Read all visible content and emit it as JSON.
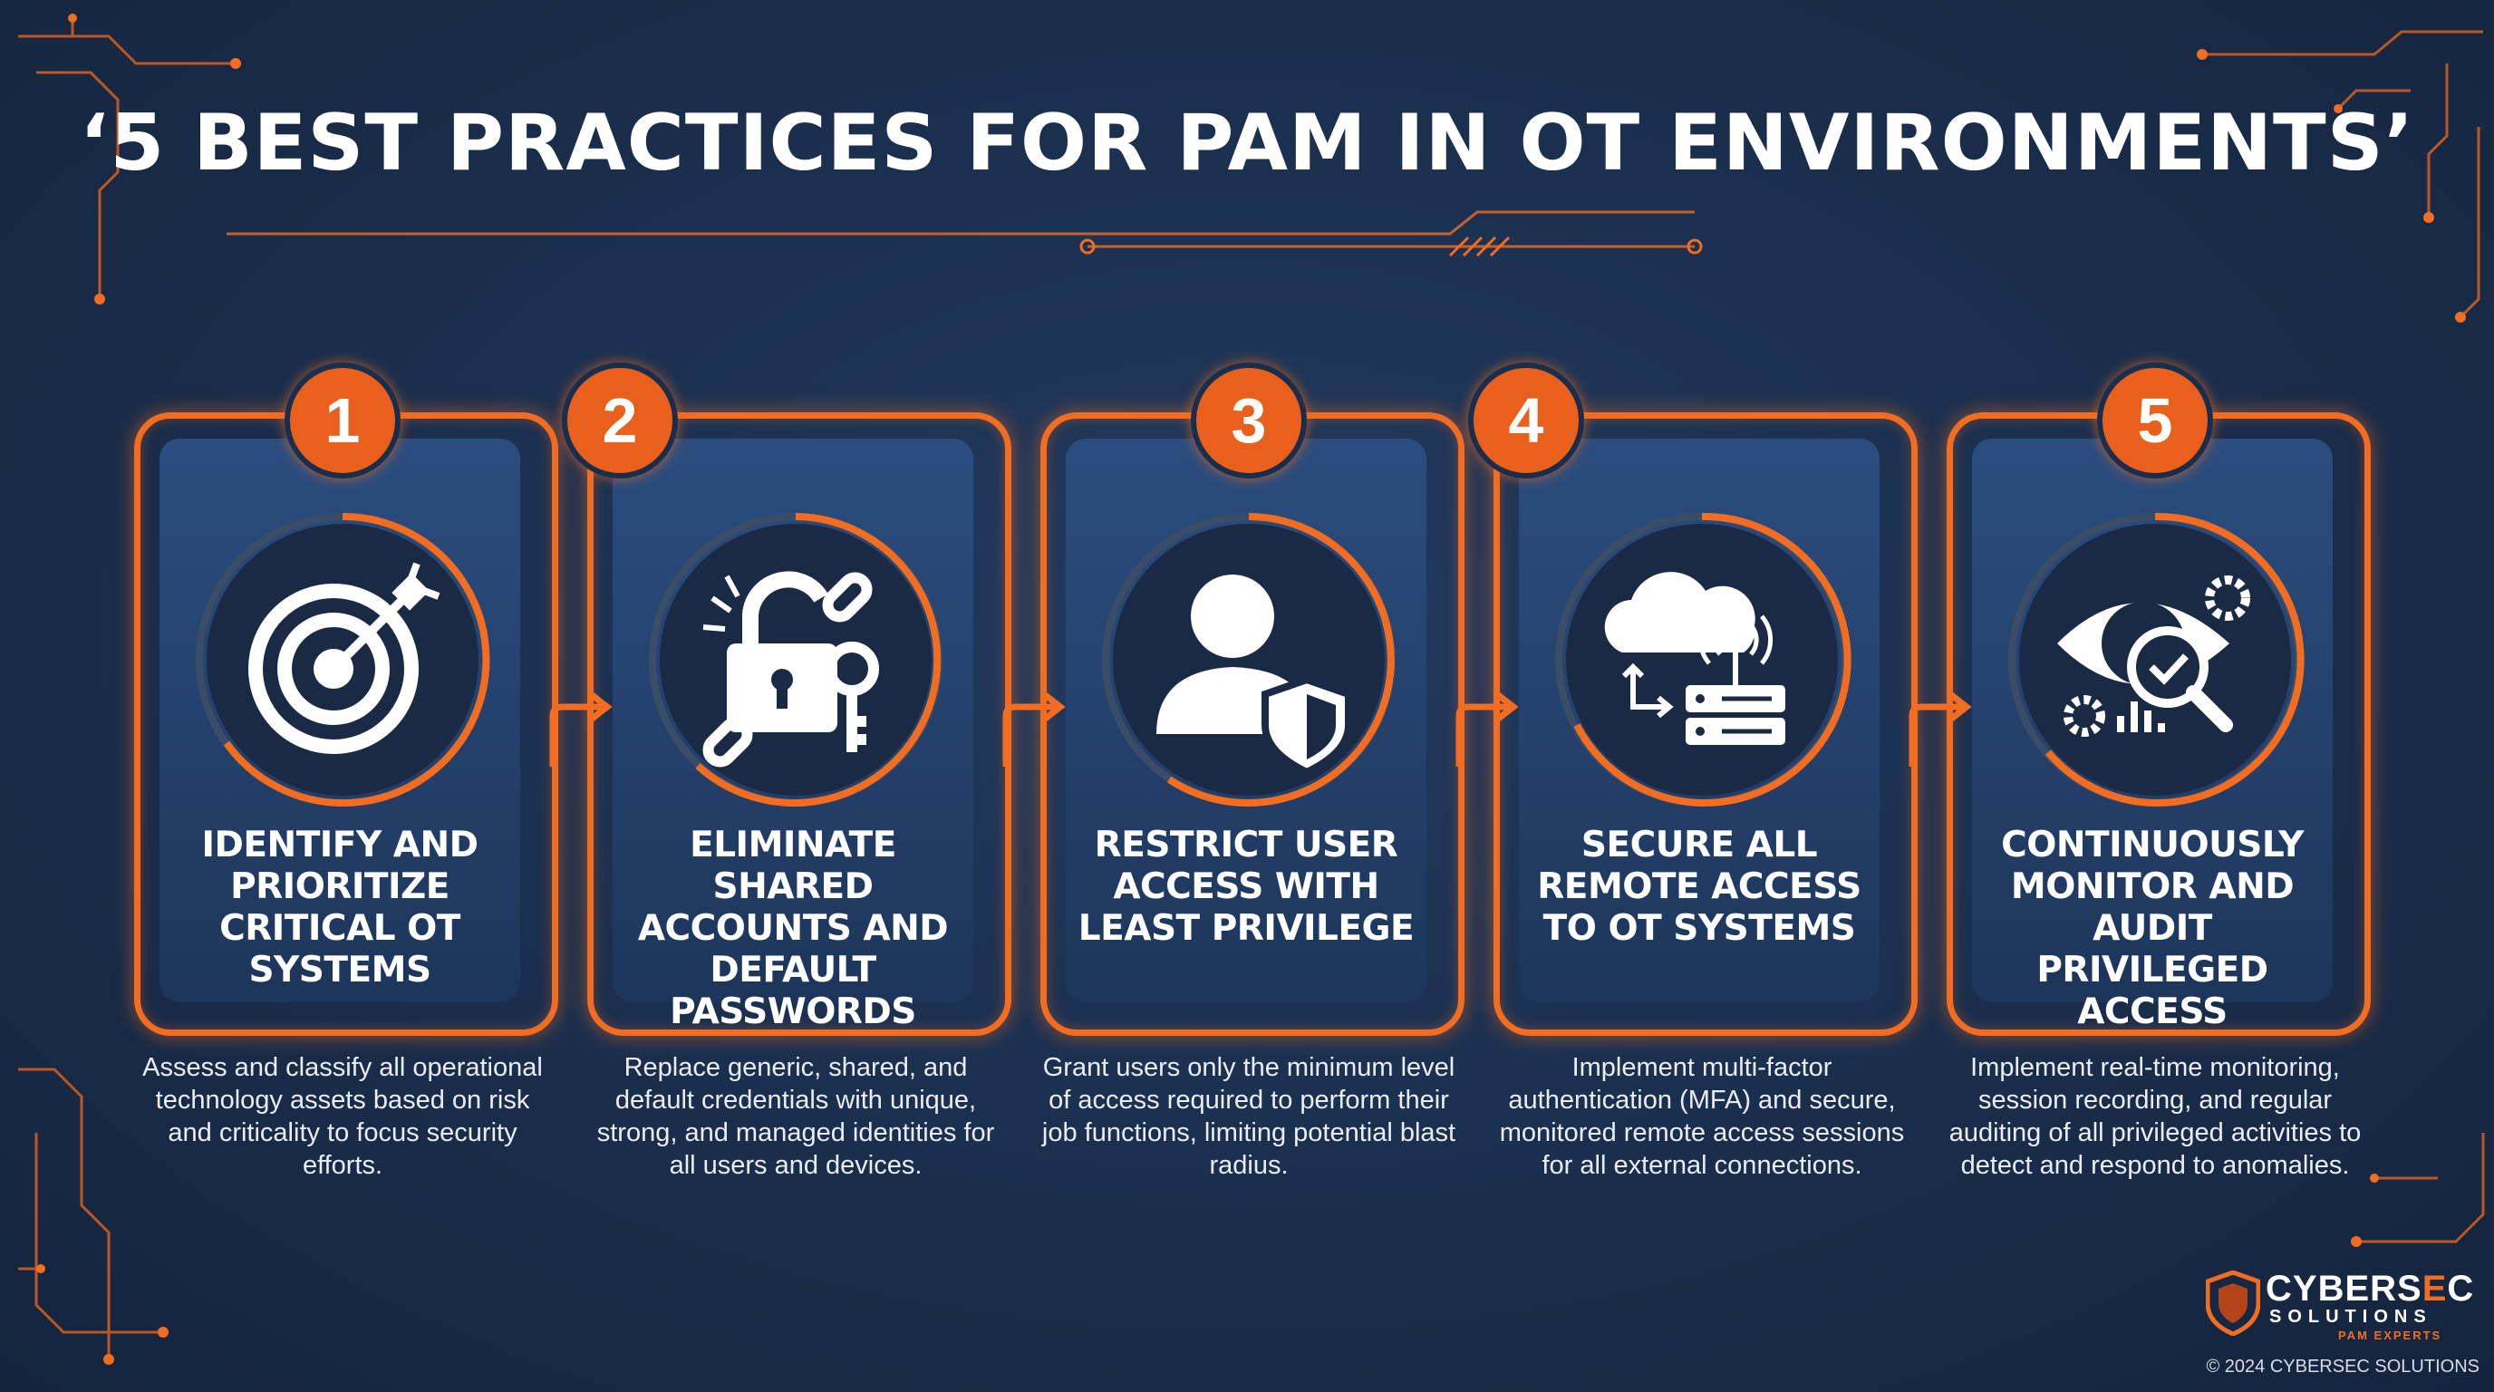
{
  "title": "‘5 BEST PRACTICES FOR PAM IN OT ENVIRONMENTS’",
  "colors": {
    "accent": "#f26d21",
    "background": "#1a2e4c",
    "card": "#2a4d7f"
  },
  "steps": [
    {
      "number": "1",
      "icon": "target-icon",
      "title": "IDENTIFY AND PRIORITIZE CRITICAL OT SYSTEMS",
      "description": "Assess and classify all operational technology assets based on risk and criticality to focus security efforts."
    },
    {
      "number": "2",
      "icon": "broken-lock-key-icon",
      "title": "ELIMINATE SHARED ACCOUNTS AND DEFAULT PASSWORDS",
      "description": "Replace generic, shared, and default credentials with unique, strong, and managed identities for all users and devices."
    },
    {
      "number": "3",
      "icon": "user-shield-icon",
      "title": "RESTRICT USER ACCESS WITH LEAST PRIVILEGE",
      "description": "Grant users only the minimum level of access required to perform their job functions, limiting potential blast radius."
    },
    {
      "number": "4",
      "icon": "cloud-remote-server-icon",
      "title": "SECURE ALL REMOTE ACCESS TO OT SYSTEMS",
      "description": "Implement multi-factor authentication (MFA) and secure, monitored remote access sessions for all external connections."
    },
    {
      "number": "5",
      "icon": "eye-monitor-audit-icon",
      "title": "CONTINUOUSLY MONITOR AND AUDIT PRIVILEGED ACCESS",
      "description": "Implement real-time monitoring, session recording, and regular auditing of all privileged activities to detect and respond to anomalies."
    }
  ],
  "logo": {
    "name_part1": "CYBERS",
    "name_part2": "E",
    "name_part3": "C",
    "subtitle": "SOLUTIONS",
    "tagline": "PAM EXPERTS"
  },
  "copyright": "© 2024 CYBERSEC SOLUTIONS"
}
